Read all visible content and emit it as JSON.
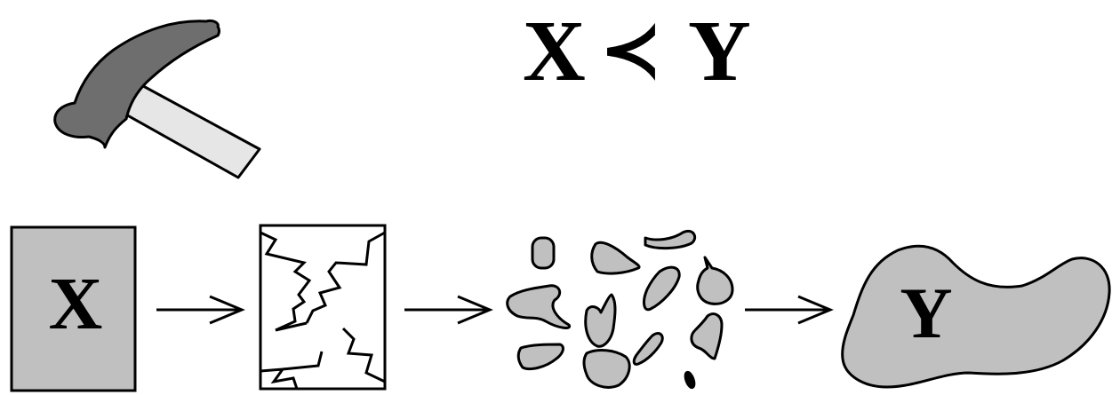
{
  "colors": {
    "stroke": "#000000",
    "hammer_head": "#6e6e6e",
    "hammer_handle": "#e6e6e6",
    "gray_fill": "#c0c0c0",
    "background": "#ffffff"
  },
  "relation": {
    "left": "X",
    "symbol": "≺",
    "right": "Y"
  },
  "stages": {
    "original_label": "X",
    "result_label": "Y"
  },
  "icons": [
    "hammer-icon",
    "arrow-right-icon"
  ]
}
